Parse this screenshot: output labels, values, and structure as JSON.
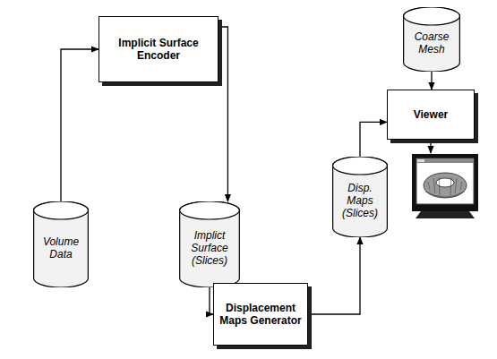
{
  "diagram": {
    "nodes": [
      {
        "text": [
          "Implicit Surface Encoder"
        ]
      },
      {
        "text": [
          "Volume Data"
        ]
      },
      {
        "text": [
          "Implict Surface (Slices)"
        ]
      },
      {
        "text": [
          "Displacement Maps Generator"
        ]
      },
      {
        "text": [
          "Disp. Maps (Slices)"
        ]
      },
      {
        "text": [
          "Coarse Mesh"
        ]
      },
      {
        "text": [
          "Viewer"
        ]
      }
    ],
    "edges": [
      {
        "from": 1,
        "to": 0,
        "arrow": "to"
      },
      {
        "from": 0,
        "to": 2,
        "arrow": "to"
      },
      {
        "from": 2,
        "to": 3,
        "arrow": "to"
      },
      {
        "from": 3,
        "to": 4,
        "arrow": "to"
      },
      {
        "from": 4,
        "to": 6,
        "arrow": "to"
      },
      {
        "from": 5,
        "to": 6,
        "arrow": "to"
      }
    ]
  }
}
